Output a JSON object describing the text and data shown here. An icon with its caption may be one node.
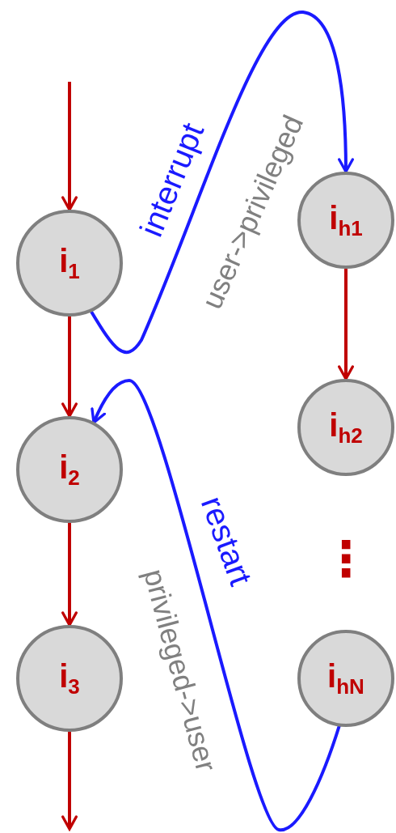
{
  "diagram": {
    "nodes": [
      {
        "text": [
          "i$_{1}$"
        ]
      },
      {
        "text": [
          "i$_{2}$"
        ]
      },
      {
        "text": [
          "i$_{3}$"
        ]
      },
      {
        "text": [
          "i$_{h1}$"
        ]
      },
      {
        "text": [
          "i$_{h2}$"
        ]
      },
      {
        "text": [
          "i$_{hN}$"
        ]
      }
    ],
    "edges": [
      {
        "from": null,
        "to": 0,
        "arrow": "to"
      },
      {
        "from": 0,
        "to": 1,
        "arrow": "to"
      },
      {
        "from": 1,
        "to": 2,
        "arrow": "to"
      },
      {
        "from": 2,
        "to": null,
        "arrow": "to"
      },
      {
        "from": 3,
        "to": 4,
        "arrow": "to"
      },
      {
        "from": 0,
        "to": 3,
        "arrow": "to",
        "label": "interrupt",
        "color": "#1a1aff"
      },
      {
        "from": 5,
        "to": 1,
        "arrow": "to",
        "label": "restart",
        "color": "#1a1aff"
      }
    ],
    "labels": [
      "user->privileged",
      "⋮",
      "privileged->user"
    ]
  }
}
